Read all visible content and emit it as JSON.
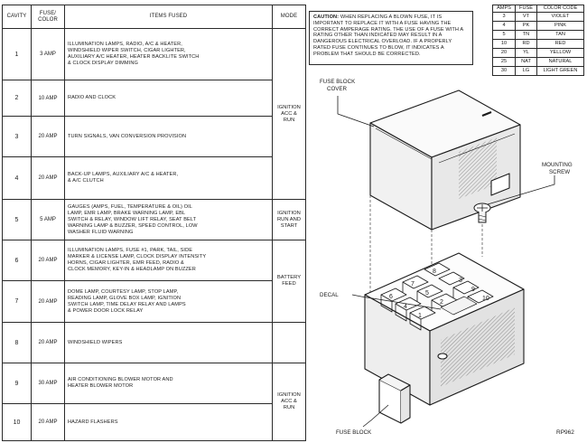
{
  "fuse_table": {
    "headers": {
      "cavity": "CAVITY",
      "fuse_color": [
        "FUSE/",
        "COLOR"
      ],
      "items": "ITEMS FUSED",
      "mode": "MODE"
    },
    "rows": [
      {
        "cavity": "1",
        "fuse": "3 AMP",
        "items": [
          "ILLUMINATION LAMPS, RADIO, A/C & HEATER,",
          "WINDSHIELD WIPER SWITCH, CIGAR LIGHTER,",
          "AUXILIARY A/C HEATER, HEATER BACKLITE SWITCH",
          "& CLOCK DISPLAY DIMMING"
        ]
      },
      {
        "cavity": "2",
        "fuse": "10 AMP",
        "items": [
          "RADIO AND CLOCK"
        ]
      },
      {
        "cavity": "3",
        "fuse": "20 AMP",
        "items": [
          "TURN SIGNALS, VAN CONVERSION PROVISION"
        ]
      },
      {
        "cavity": "4",
        "fuse": "20 AMP",
        "items": [
          "BACK-UP LAMPS, AUXILIARY A/C & HEATER,",
          "& A/C CLUTCH"
        ]
      },
      {
        "cavity": "5",
        "fuse": "5 AMP",
        "items": [
          "GAUGES (AMPS, FUEL, TEMPERATURE & OIL) OIL",
          "LAMP, EMR LAMP, BRAKE WARNING LAMP, EBL",
          "SWITCH & RELAY, WINDOW LIFT RELAY, SEAT BELT",
          "WARNING LAMP & BUZZER, SPEED CONTROL, LOW",
          "WASHER FLUID WARNING"
        ]
      },
      {
        "cavity": "6",
        "fuse": "20 AMP",
        "items": [
          "ILLUMINATION LAMPS, FUSE #1, PARK, TAIL, SIDE",
          "MARKER & LICENSE LAMP, CLOCK DISPLAY INTENSITY",
          "HORNS, CIGAR LIGHTER, EMR FEED, RADIO &",
          "CLOCK MEMORY, KEY-IN & HEADLAMP ON BUZZER"
        ]
      },
      {
        "cavity": "7",
        "fuse": "20 AMP",
        "items": [
          "DOME LAMP, COURTESY LAMP, STOP LAMP,",
          "READING LAMP, GLOVE BOX LAMP, IGNITION",
          "SWITCH LAMP, TIME DELAY RELAY AND LAMPS",
          "& POWER DOOR LOCK RELAY"
        ]
      },
      {
        "cavity": "8",
        "fuse": "20 AMP",
        "items": [
          "WINDSHIELD WIPERS"
        ]
      },
      {
        "cavity": "9",
        "fuse": "30 AMP",
        "items": [
          "AIR CONDITIONING BLOWER MOTOR AND",
          "HEATER BLOWER MOTOR"
        ]
      },
      {
        "cavity": "10",
        "fuse": "20 AMP",
        "items": [
          "HAZARD FLASHERS"
        ]
      }
    ],
    "modes": [
      {
        "lines": [
          "IGNITION",
          "ACC & RUN"
        ]
      },
      {
        "lines": [
          "IGNITION",
          "RUN AND",
          "START"
        ]
      },
      {
        "lines": [
          "BATTERY",
          "FEED"
        ]
      },
      {
        "lines": [
          "IGNITION",
          "ACC & RUN"
        ]
      }
    ]
  },
  "caution": {
    "lead": "CAUTION:",
    "text": "WHEN REPLACING A BLOWN FUSE, IT IS IMPORTANT TO REPLACE IT WITH A FUSE HAVING THE CORRECT AMPERAGE RATING. THE USE OF A FUSE WITH A RATING OTHER THAN INDICATED MAY RESULT IN A DANGEROUS ELECTRICAL OVERLOAD. IF A PROPERLY RATED FUSE CONTINUES TO BLOW, IT INDICATES A PROBLEM THAT SHOULD BE CORRECTED."
  },
  "amps_table": {
    "headers": {
      "amps": "AMPS",
      "fuse": "FUSE",
      "color": "COLOR CODE"
    },
    "rows": [
      {
        "amps": "3",
        "code": "VT",
        "color": "VIOLET"
      },
      {
        "amps": "4",
        "code": "PK",
        "color": "PINK"
      },
      {
        "amps": "5",
        "code": "TN",
        "color": "TAN"
      },
      {
        "amps": "10",
        "code": "RD",
        "color": "RED"
      },
      {
        "amps": "20",
        "code": "YL",
        "color": "YELLOW"
      },
      {
        "amps": "25",
        "code": "NAT",
        "color": "NATURAL"
      },
      {
        "amps": "30",
        "code": "LG",
        "color": "LIGHT GREEN"
      }
    ]
  },
  "diagram": {
    "labels": {
      "cover": [
        "FUSE BLOCK",
        "COVER"
      ],
      "screw": [
        "MOUNTING",
        "SCREW"
      ],
      "decal": "DECAL",
      "block": "FUSE BLOCK",
      "ref": "RP962"
    },
    "cavity_numbers": [
      "1",
      "2",
      "3",
      "4",
      "5",
      "6",
      "7",
      "8",
      "9",
      "10"
    ]
  }
}
